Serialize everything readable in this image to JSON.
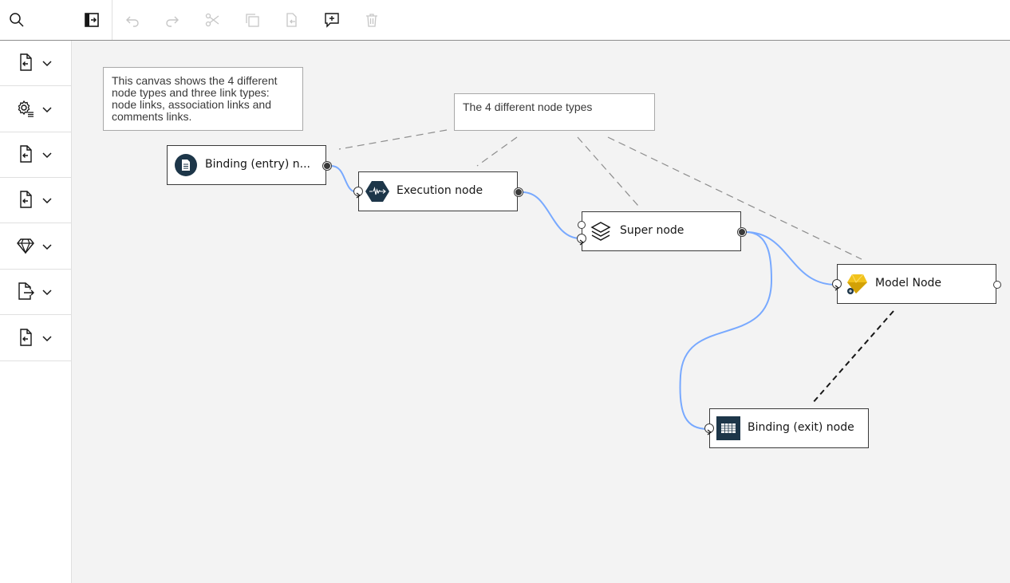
{
  "toolbar": {
    "buttons": [
      {
        "name": "toggle-palette-button",
        "icon": "open-panel-icon",
        "enabled": true
      },
      {
        "name": "undo-button",
        "icon": "undo-icon",
        "enabled": false
      },
      {
        "name": "redo-button",
        "icon": "redo-icon",
        "enabled": false
      },
      {
        "name": "cut-button",
        "icon": "cut-icon",
        "enabled": false
      },
      {
        "name": "copy-button",
        "icon": "copy-icon",
        "enabled": false
      },
      {
        "name": "paste-button",
        "icon": "paste-icon",
        "enabled": false
      },
      {
        "name": "add-comment-button",
        "icon": "add-comment-icon",
        "enabled": true
      },
      {
        "name": "delete-button",
        "icon": "trash-icon",
        "enabled": false
      }
    ]
  },
  "palette": {
    "search_icon": "search-icon",
    "categories": [
      {
        "icon": "import-file-icon"
      },
      {
        "icon": "settings-list-icon"
      },
      {
        "icon": "import-file-icon"
      },
      {
        "icon": "import-file-icon"
      },
      {
        "icon": "diamond-model-icon"
      },
      {
        "icon": "export-file-icon"
      },
      {
        "icon": "import-file-icon"
      }
    ]
  },
  "comments": {
    "intro": "This canvas shows the 4 different node types and three link types: node links, association links and comments links.",
    "types": "The 4 different node types"
  },
  "nodes": {
    "binding_entry": "Binding (entry) n...",
    "execution": "Execution node",
    "super": "Super node",
    "model": "Model Node",
    "binding_exit": "Binding (exit) node"
  },
  "colors": {
    "canvas_bg": "#f3f3f3",
    "node_link": "#78a9ff",
    "comment_link": "#8d8d8d",
    "association_link": "#161616",
    "node_icon_dark": "#1d3649",
    "model_gem": "#f1c21b"
  }
}
